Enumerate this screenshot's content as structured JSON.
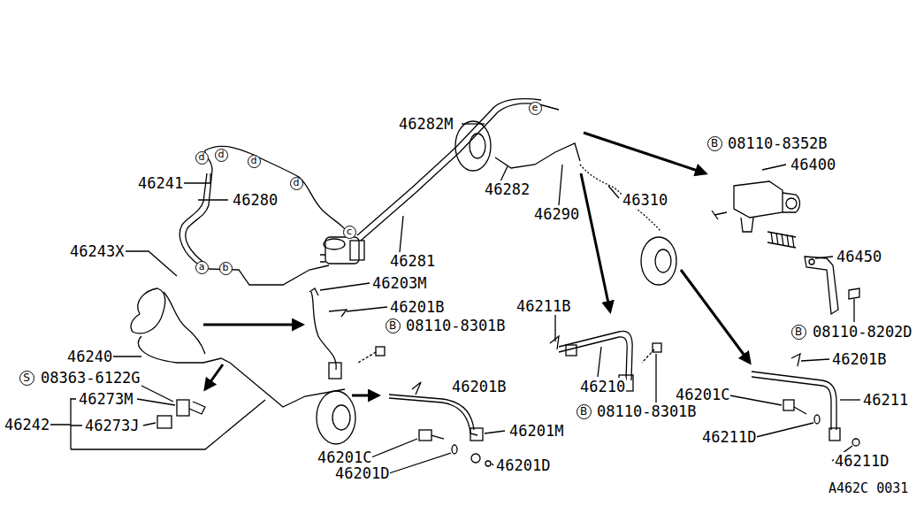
{
  "diagram": {
    "labels": [
      "46282M",
      "d",
      "d",
      "d",
      "B",
      "08110-8352B",
      "e",
      "46400",
      "46241",
      "d",
      "46282",
      "46280",
      "46310",
      "46290",
      "c",
      "46243X",
      "46450",
      "46281",
      "a",
      "b",
      "46203M",
      "46211B",
      "46201B",
      "B",
      "08110-8301B",
      "B",
      "08110-8202D",
      "46240",
      "46201B",
      "S",
      "08363-6122G",
      "46210",
      "46201B",
      "46201C",
      "46273M",
      "46211",
      "B",
      "08110-8301B",
      "46242",
      "46273J",
      "46201M",
      "46211D",
      "46201C",
      "46211D",
      "46201D",
      "46201D",
      "A462C 0031"
    ]
  }
}
